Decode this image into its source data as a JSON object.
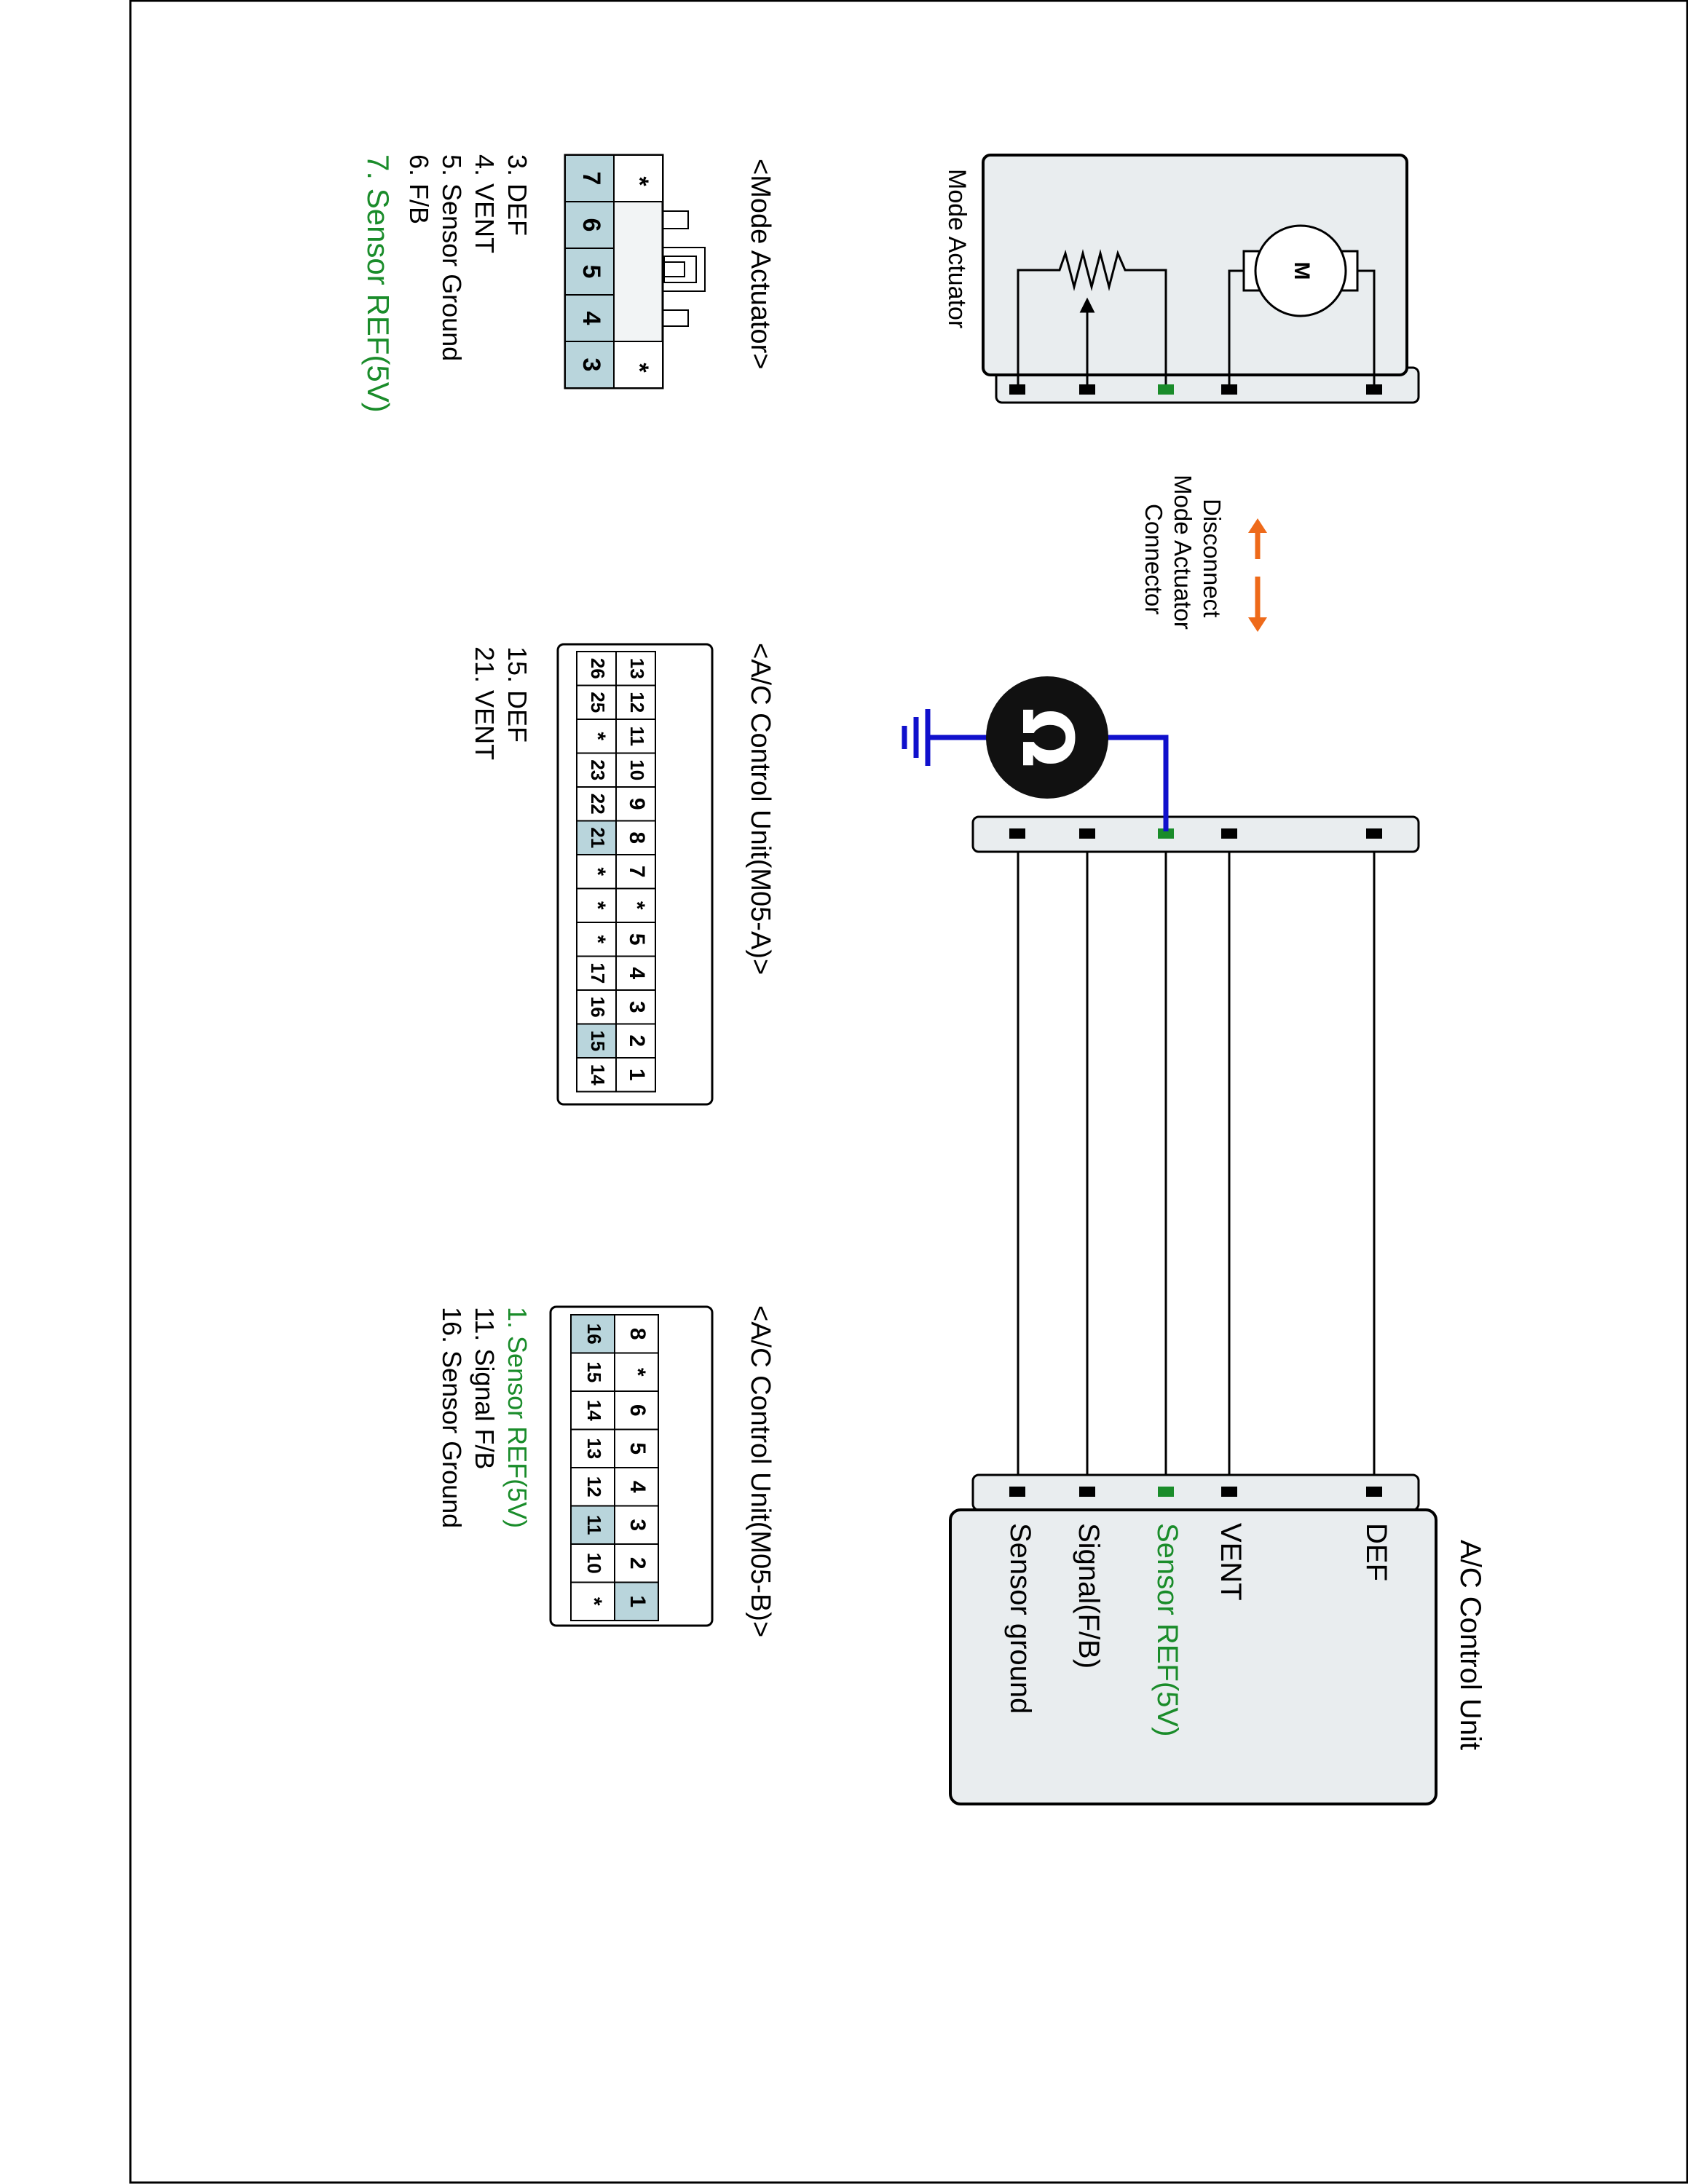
{
  "colors": {
    "wire": "#000000",
    "ref_pin": "#1a8c2a",
    "ref_text": "#1a8c2a",
    "probe_wire": "#1010cc",
    "disconnect_arrow": "#ee6a1a",
    "pin_highlight": "#b9d5dc",
    "box_fill": "#e9edef"
  },
  "icons": {
    "ohmmeter": "ohm-meter-icon",
    "ground": "ground-icon",
    "motor": "motor-icon",
    "resistor": "potentiometer-icon",
    "arrow": "disconnect-arrow-icon"
  },
  "mode_actuator": {
    "title": "Mode Actuator",
    "motor_label": "M"
  },
  "disconnect_note": [
    "Disconnect",
    "Mode Actuator",
    "Connector"
  ],
  "acu": {
    "title": "A/C Control Unit",
    "signals": [
      "DEF",
      "VENT",
      "Sensor REF(5V)",
      "Signal(F/B)",
      "Sensor ground"
    ]
  },
  "mode_actuator_connector": {
    "title": "<Mode Actuator>",
    "pins": [
      "7",
      "6",
      "5",
      "4",
      "3"
    ],
    "stars": [
      "*",
      "*"
    ],
    "legend": [
      "3. DEF",
      "4. VENT",
      "5. Sensor Ground",
      "6. F/B",
      "7. Sensor REF(5V)"
    ]
  },
  "m05a_connector": {
    "title": "<A/C Control Unit(M05-A)>",
    "row_top": [
      "13",
      "12",
      "11",
      "10",
      "9",
      "8",
      "7",
      "*",
      "5",
      "4",
      "3",
      "2",
      "1"
    ],
    "row_bottom": [
      "26",
      "25",
      "*",
      "23",
      "22",
      "21",
      "*",
      "*",
      "*",
      "17",
      "16",
      "15",
      "14"
    ],
    "legend": [
      "15. DEF",
      "21. VENT"
    ]
  },
  "m05b_connector": {
    "title": "<A/C Control Unit(M05-B)>",
    "row_top": [
      "8",
      "*",
      "6",
      "5",
      "4",
      "3",
      "2",
      "1"
    ],
    "row_bottom": [
      "16",
      "15",
      "14",
      "13",
      "12",
      "11",
      "10",
      "*"
    ],
    "legend": [
      "1. Sensor REF(5V)",
      "11. Signal F/B",
      "16. Sensor Ground"
    ]
  }
}
